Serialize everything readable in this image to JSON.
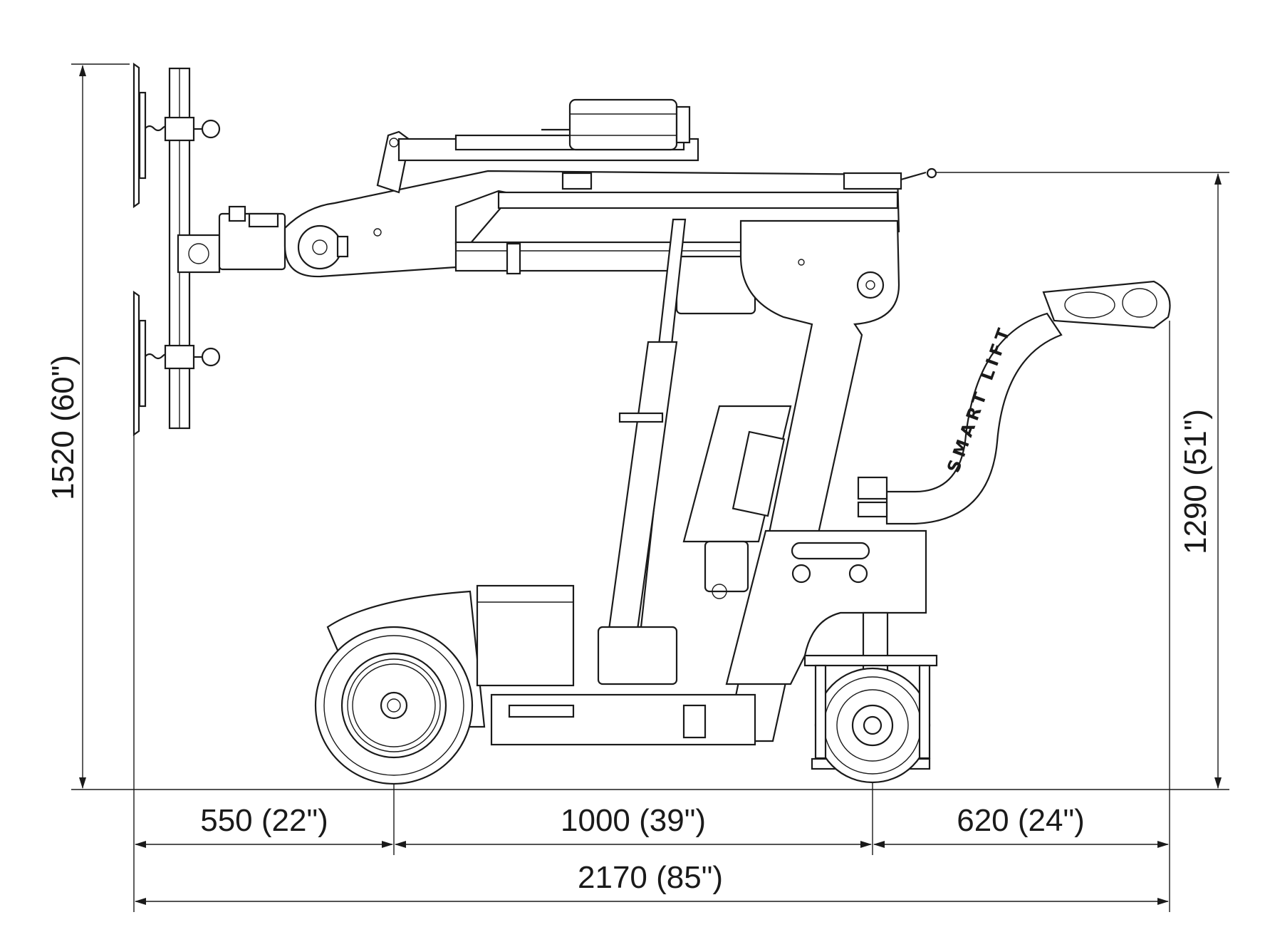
{
  "dimensions": {
    "overall_height": "1520 (60\")",
    "handle_height": "1290 (51\")",
    "front_overhang": "550 (22\")",
    "wheelbase": "1000 (39\")",
    "rear_overhang": "620 (24\")",
    "overall_length": "2170 (85\")"
  },
  "machine": {
    "brand_text": "SMART LIFT"
  },
  "colors": {
    "line": "#1a1a1a",
    "background": "#ffffff"
  }
}
